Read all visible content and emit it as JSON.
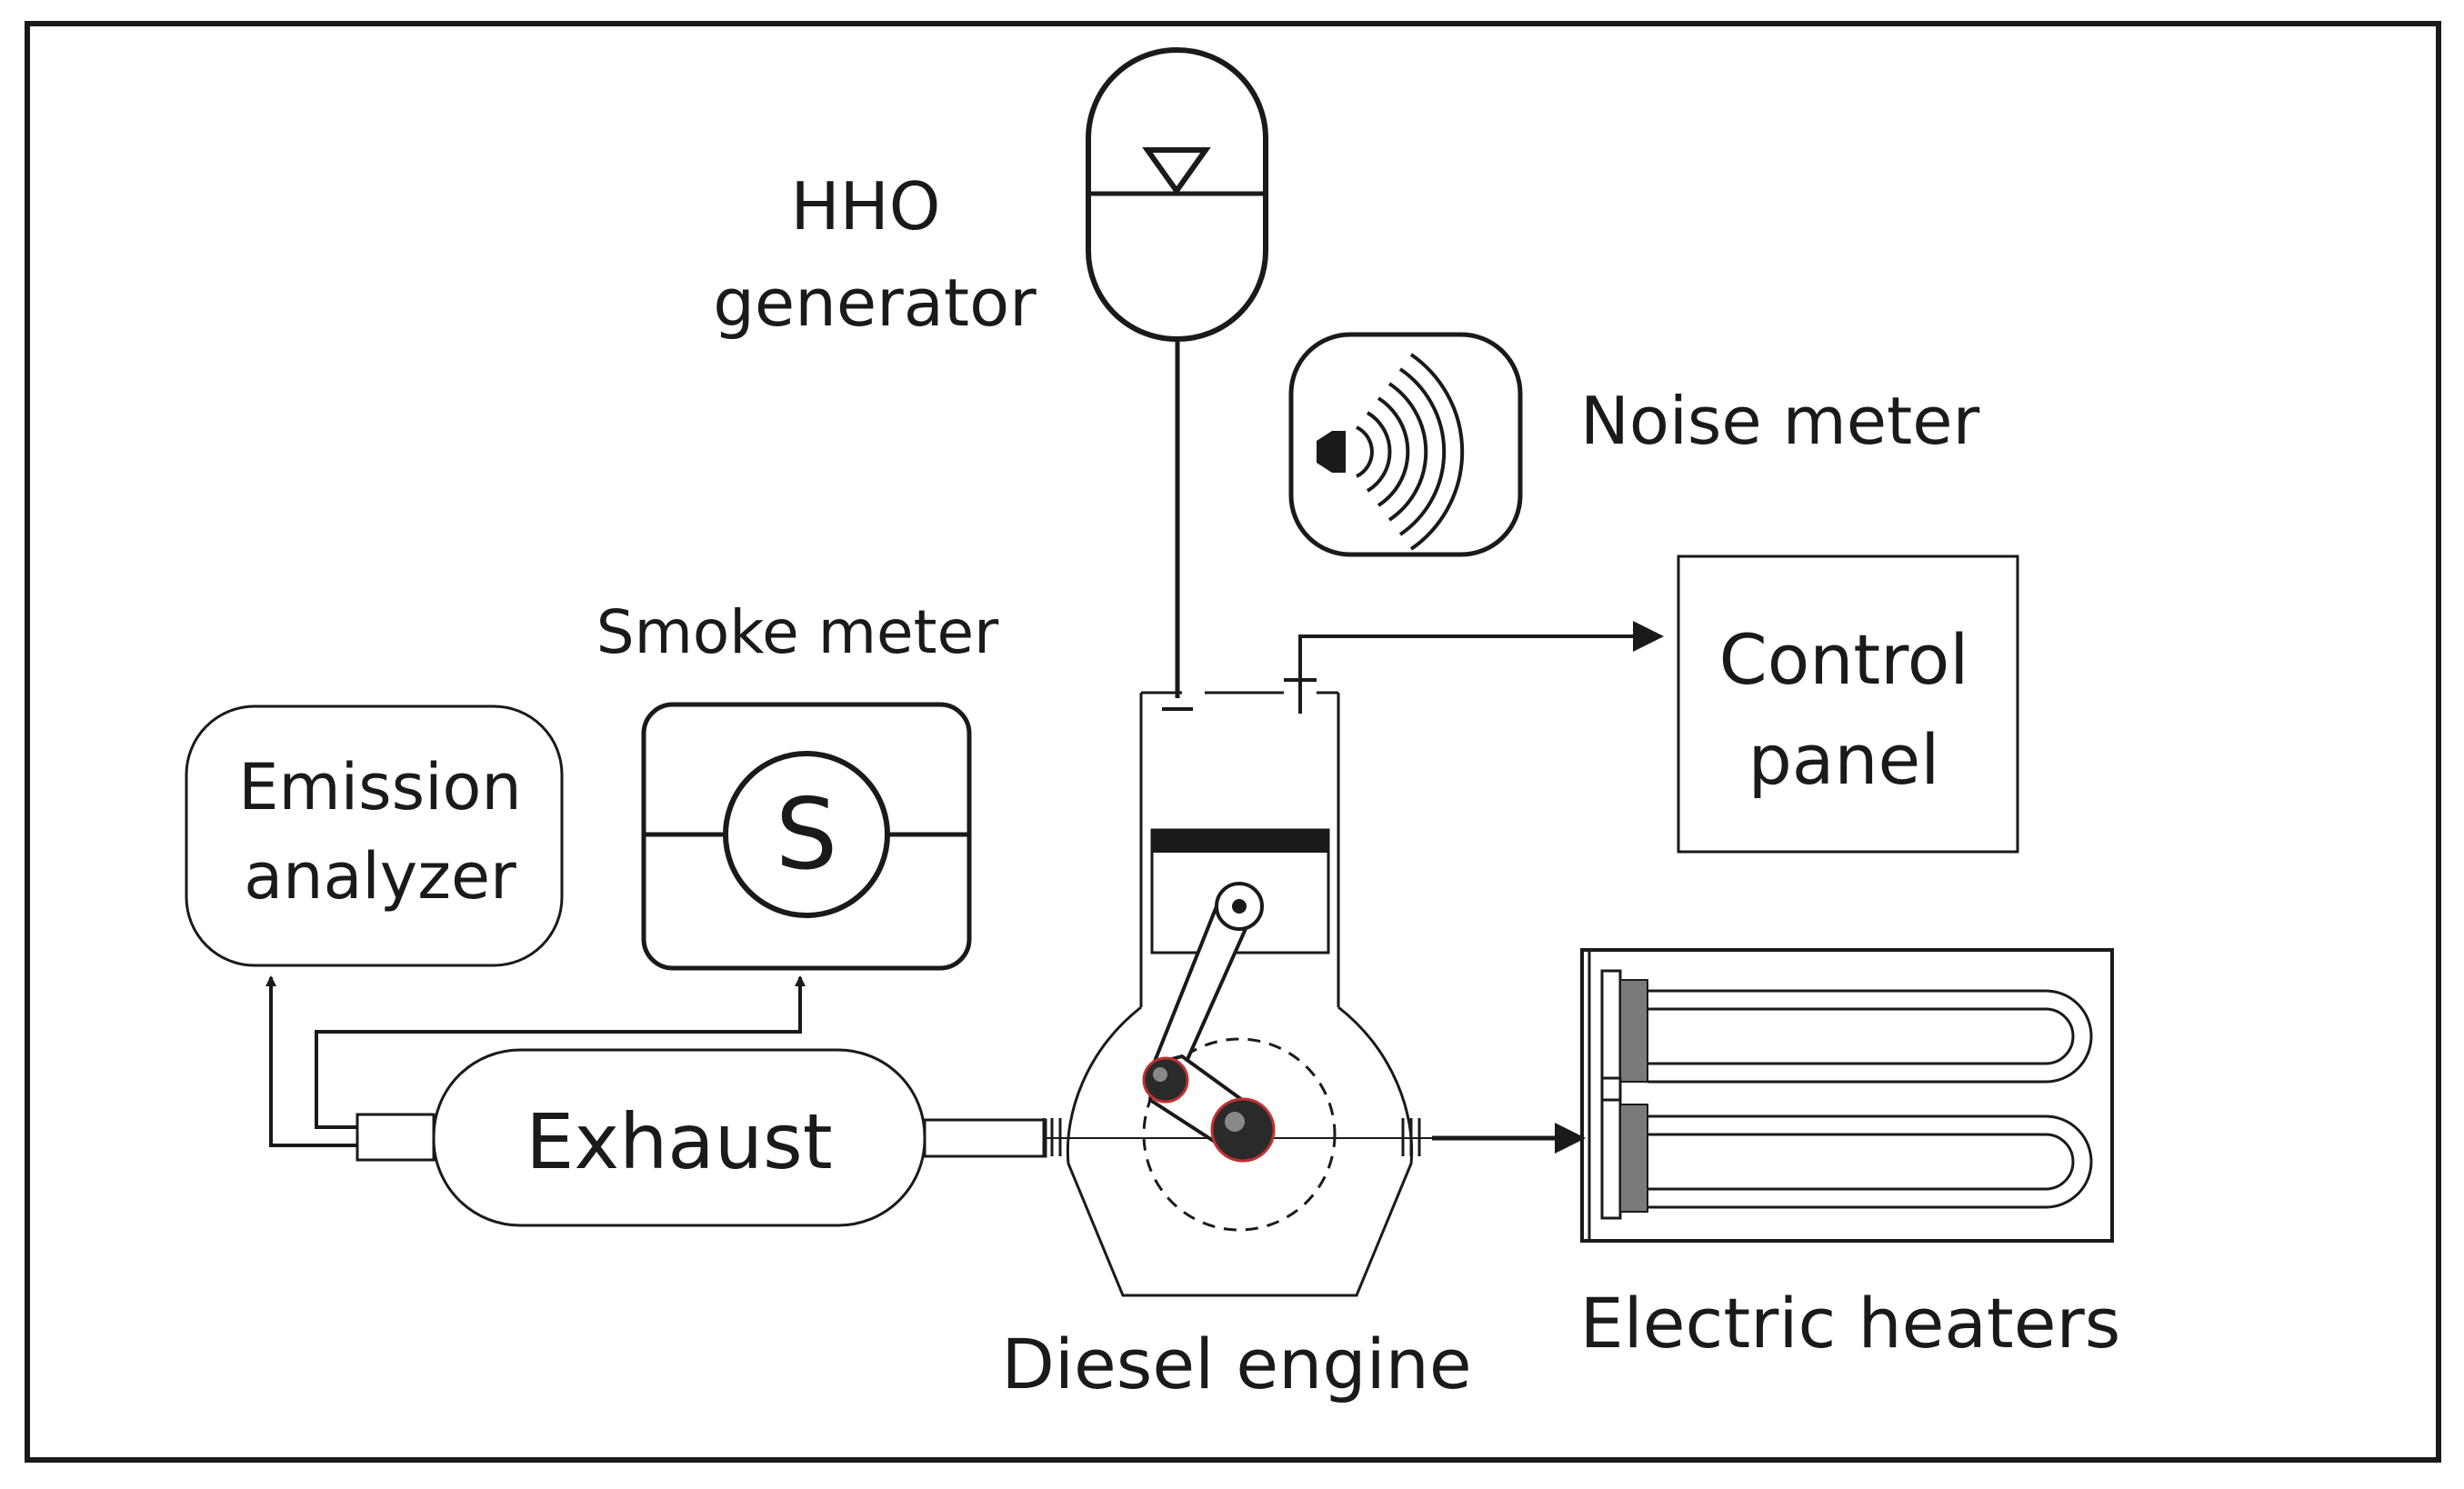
{
  "labels": {
    "hho_line1": "HHO",
    "hho_line2": "generator",
    "noise_meter": "Noise meter",
    "smoke_meter": "Smoke meter",
    "smoke_symbol": "S",
    "emission_line1": "Emission",
    "emission_line2": "analyzer",
    "control_line1": "Control",
    "control_line2": "panel",
    "exhaust": "Exhaust",
    "diesel_engine": "Diesel engine",
    "electric_heaters": "Electric heaters"
  },
  "colors": {
    "stroke": "#1a1a1a",
    "piston_crown": "#1a1a1a",
    "heater_terminal": "#7a7a7a",
    "bearing_ring": "#c03030"
  }
}
